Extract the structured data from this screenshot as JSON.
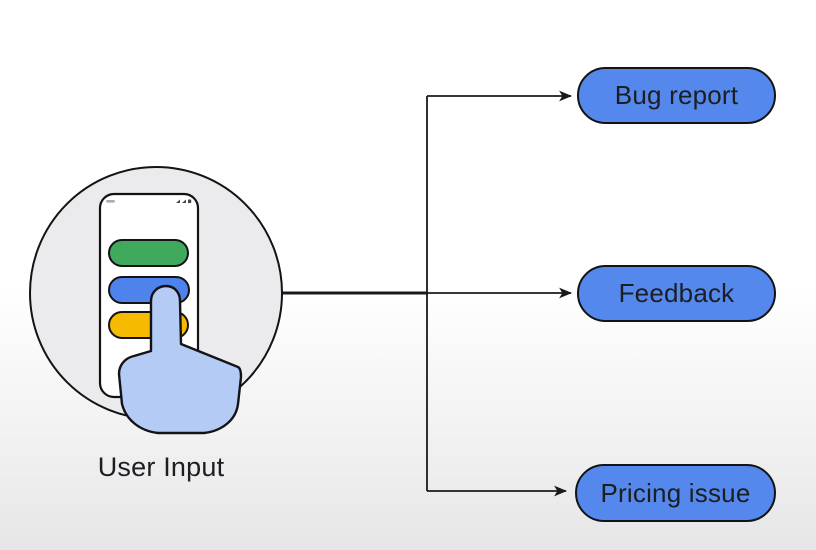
{
  "diagram": {
    "caption": "User Input",
    "nodes": [
      {
        "id": "bug-report",
        "label": "Bug report"
      },
      {
        "id": "feedback",
        "label": "Feedback"
      },
      {
        "id": "pricing-issue",
        "label": "Pricing issue"
      }
    ],
    "source_illustration": {
      "description": "phone with three option buttons and a pointing hand tapping the blue one",
      "icons": [
        "phone-icon",
        "green-option-pill",
        "blue-option-pill",
        "yellow-option-pill",
        "pointing-hand-icon"
      ]
    }
  },
  "colors": {
    "node_fill": "#5588ec",
    "outline": "#131316",
    "line": "#1a1a1a",
    "text": "#1c1e21",
    "circle_fill": "#ebebed",
    "phone_fill": "#ffffff",
    "phone_green": "#3fa95c",
    "phone_blue": "#4e83eb",
    "phone_yellow": "#f6ba00",
    "hand_fill": "#b4cbf6",
    "status_mark": "#a9adb2",
    "status_icon": "#45484d",
    "bg_top": "#ffffff",
    "bg_bottom": "#e6e6e7"
  }
}
